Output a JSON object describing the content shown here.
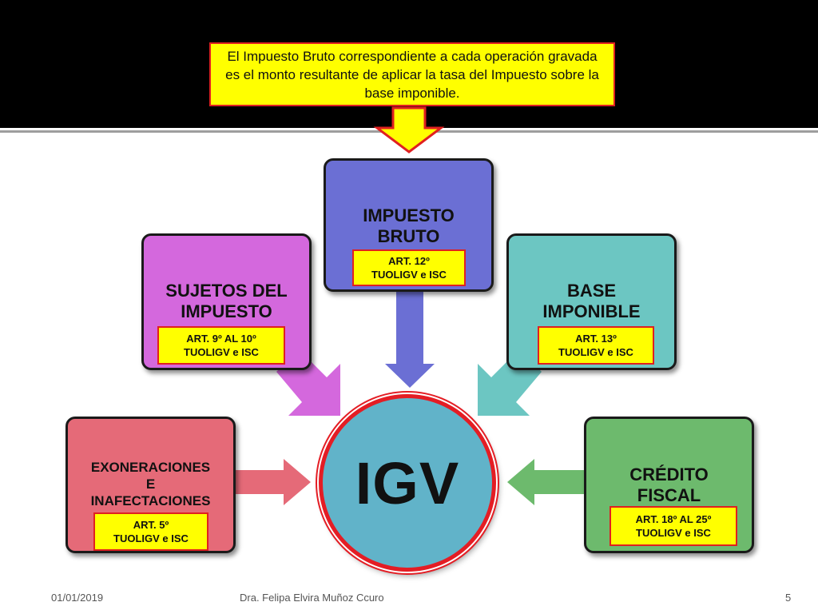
{
  "callout": {
    "text": "El Impuesto Bruto correspondiente a cada operación gravada es el monto resultante de aplicar la tasa del Impuesto sobre la base imponible."
  },
  "center": {
    "label": "IGV"
  },
  "nodes": {
    "impuesto_bruto": {
      "title": "IMPUESTO\nBRUTO",
      "art": "ART. 12º\nTUOLIGV e ISC",
      "color": "#6b6fd4"
    },
    "sujetos": {
      "title": "SUJETOS DEL\nIMPUESTO",
      "art": "ART. 9º AL 10º\nTUOLIGV e ISC",
      "color": "#d468dd"
    },
    "base_imponible": {
      "title": "BASE\nIMPONIBLE",
      "art": "ART. 13º\nTUOLIGV e ISC",
      "color": "#6cc6c2"
    },
    "exoneraciones": {
      "title": "EXONERACIONES\nE\nINAFECTACIONES",
      "art": "ART. 5º\nTUOLIGV e ISC",
      "color": "#e56a78"
    },
    "credito_fiscal": {
      "title": "CRÉDITO\nFISCAL",
      "art": "ART. 18º AL 25º\nTUOLIGV e ISC",
      "color": "#6dba6d"
    }
  },
  "colors": {
    "callout_fill": "#ffff00",
    "callout_border": "#e02020",
    "center_fill": "#61b3c9",
    "center_ring": "#e41d24",
    "top_band": "#000000"
  },
  "footer": {
    "date": "01/01/2019",
    "author": "Dra. Felipa Elvira Muñoz Ccuro",
    "page": "5"
  }
}
